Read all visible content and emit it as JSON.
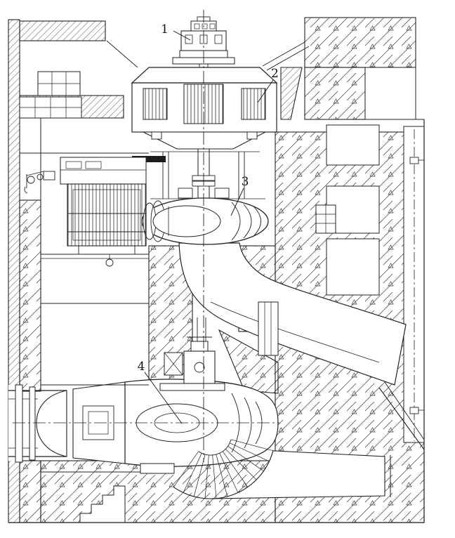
{
  "drawing": {
    "callouts": [
      {
        "label": "1"
      },
      {
        "label": "2"
      },
      {
        "label": "3"
      },
      {
        "label": "4"
      }
    ],
    "colors": {
      "line": "#1c1c1c",
      "background": "#ffffff"
    }
  }
}
